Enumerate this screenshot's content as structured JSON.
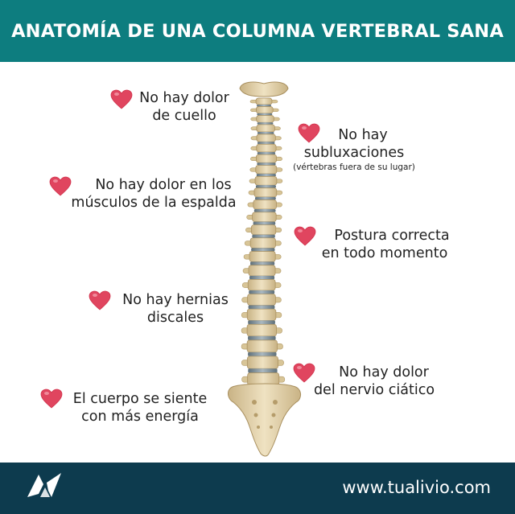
{
  "header": {
    "title": "ANATOMÍA DE UNA COLUMNA VERTEBRAL SANA"
  },
  "benefits": [
    {
      "lines": [
        "No hay dolor",
        "de cuello"
      ]
    },
    {
      "lines": [
        "No hay",
        "subluxaciones"
      ],
      "note": "(vértebras fuera de su lugar)"
    },
    {
      "lines": [
        "No hay dolor en los",
        "músculos de la espalda"
      ]
    },
    {
      "lines": [
        "Postura correcta",
        "en todo momento"
      ]
    },
    {
      "lines": [
        "No hay hernias",
        "discales"
      ]
    },
    {
      "lines": [
        "No hay dolor",
        "del nervio ciático"
      ]
    },
    {
      "lines": [
        "El cuerpo se siente",
        "con más energía"
      ]
    }
  ],
  "footer": {
    "url": "www.tualivio.com"
  },
  "colors": {
    "header": "#0d7d7f",
    "footer": "#0d3b4e",
    "heart": "#e0455f",
    "bone": "#e3d3ac",
    "disc": "#7e909b"
  }
}
